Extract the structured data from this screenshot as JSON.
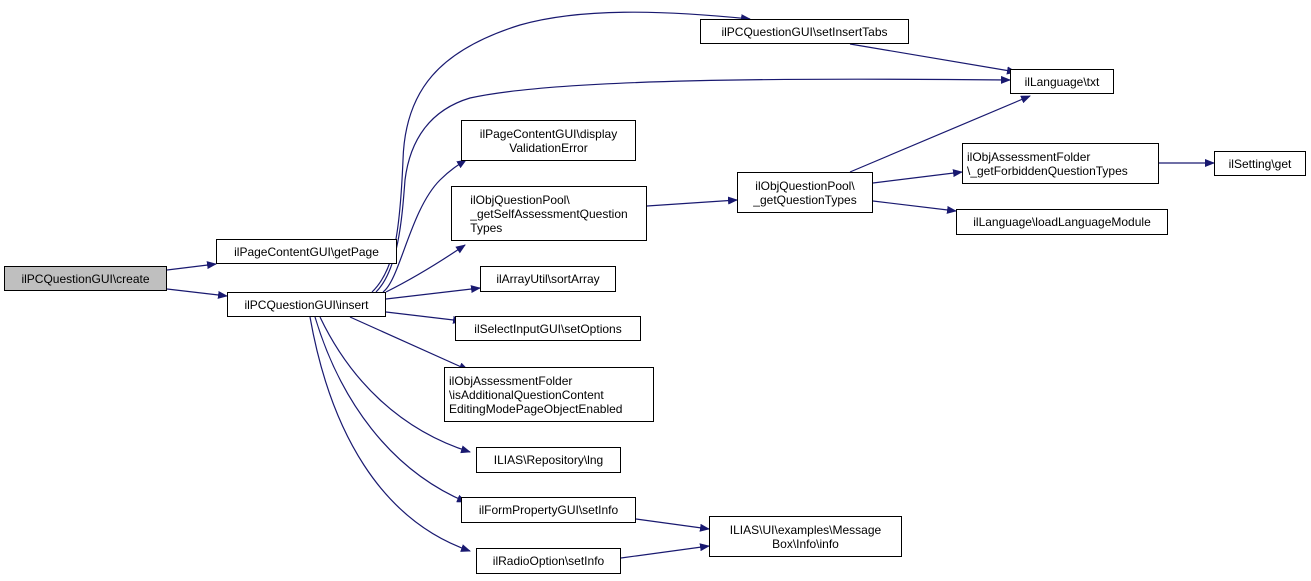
{
  "diagram": {
    "type": "call-graph",
    "edge_color": "#191970",
    "root_fill": "#bfbfbf",
    "node_fill": "#ffffff",
    "nodes": [
      {
        "id": "create",
        "label": "ilPCQuestionGUI\\create",
        "root": true
      },
      {
        "id": "getPage",
        "label": "ilPageContentGUI\\getPage"
      },
      {
        "id": "insert",
        "label": "ilPCQuestionGUI\\insert"
      },
      {
        "id": "setInsertTabs",
        "label": "ilPCQuestionGUI\\setInsertTabs"
      },
      {
        "id": "txt",
        "label": "ilLanguage\\txt"
      },
      {
        "id": "displayValidationError",
        "label": "ilPageContentGUI\\display\nValidationError"
      },
      {
        "id": "getSelfAssessmentQuestionTypes",
        "label": "ilObjQuestionPool\\\n_getSelfAssessmentQuestion\nTypes"
      },
      {
        "id": "getQuestionTypes",
        "label": "ilObjQuestionPool\\\n_getQuestionTypes"
      },
      {
        "id": "getForbiddenQuestionTypes",
        "label": "ilObjAssessmentFolder\n\\_getForbiddenQuestionTypes"
      },
      {
        "id": "settingGet",
        "label": "ilSetting\\get"
      },
      {
        "id": "loadLanguageModule",
        "label": "ilLanguage\\loadLanguageModule"
      },
      {
        "id": "sortArray",
        "label": "ilArrayUtil\\sortArray"
      },
      {
        "id": "setOptions",
        "label": "ilSelectInputGUI\\setOptions"
      },
      {
        "id": "isAdditional",
        "label": "ilObjAssessmentFolder\n\\isAdditionalQuestionContent\nEditingModePageObjectEnabled"
      },
      {
        "id": "lng",
        "label": "ILIAS\\Repository\\lng"
      },
      {
        "id": "formSetInfo",
        "label": "ilFormPropertyGUI\\setInfo"
      },
      {
        "id": "messageBoxInfo",
        "label": "ILIAS\\UI\\examples\\Message\nBox\\Info\\info"
      },
      {
        "id": "radioSetInfo",
        "label": "ilRadioOption\\setInfo"
      }
    ],
    "edges": [
      {
        "from": "create",
        "to": "getPage"
      },
      {
        "from": "create",
        "to": "insert"
      },
      {
        "from": "insert",
        "to": "setInsertTabs"
      },
      {
        "from": "insert",
        "to": "txt"
      },
      {
        "from": "insert",
        "to": "displayValidationError"
      },
      {
        "from": "insert",
        "to": "getSelfAssessmentQuestionTypes"
      },
      {
        "from": "insert",
        "to": "sortArray"
      },
      {
        "from": "insert",
        "to": "setOptions"
      },
      {
        "from": "insert",
        "to": "isAdditional"
      },
      {
        "from": "insert",
        "to": "lng"
      },
      {
        "from": "insert",
        "to": "formSetInfo"
      },
      {
        "from": "insert",
        "to": "radioSetInfo"
      },
      {
        "from": "setInsertTabs",
        "to": "txt"
      },
      {
        "from": "getSelfAssessmentQuestionTypes",
        "to": "getQuestionTypes"
      },
      {
        "from": "getQuestionTypes",
        "to": "txt"
      },
      {
        "from": "getQuestionTypes",
        "to": "getForbiddenQuestionTypes"
      },
      {
        "from": "getQuestionTypes",
        "to": "loadLanguageModule"
      },
      {
        "from": "getForbiddenQuestionTypes",
        "to": "settingGet"
      },
      {
        "from": "formSetInfo",
        "to": "messageBoxInfo"
      },
      {
        "from": "radioSetInfo",
        "to": "messageBoxInfo"
      }
    ]
  }
}
